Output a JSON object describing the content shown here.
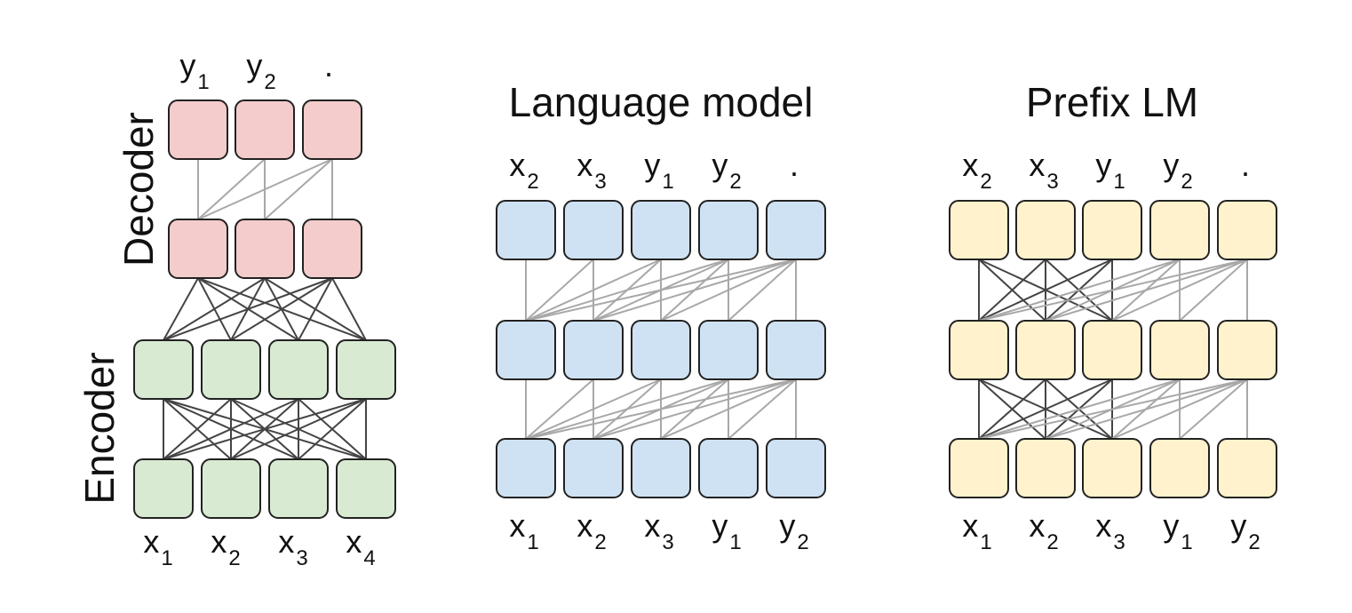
{
  "colors": {
    "decoder_fill": "#f4cccc",
    "encoder_fill": "#d9ead3",
    "lm_fill": "#cfe2f3",
    "prefix_fill": "#fff2cc",
    "box_stroke": "#222222",
    "dark_edge": "#444444",
    "light_edge": "#a8a8a8"
  },
  "encoder_decoder": {
    "decoder_label": "Decoder",
    "encoder_label": "Encoder",
    "decoder_outputs": [
      {
        "base": "y",
        "sub": "1"
      },
      {
        "base": "y",
        "sub": "2"
      },
      {
        "base": ".",
        "sub": ""
      }
    ],
    "encoder_inputs": [
      {
        "base": "x",
        "sub": "1"
      },
      {
        "base": "x",
        "sub": "2"
      },
      {
        "base": "x",
        "sub": "3"
      },
      {
        "base": "x",
        "sub": "4"
      }
    ]
  },
  "language_model": {
    "title": "Language model",
    "outputs": [
      {
        "base": "x",
        "sub": "2"
      },
      {
        "base": "x",
        "sub": "3"
      },
      {
        "base": "y",
        "sub": "1"
      },
      {
        "base": "y",
        "sub": "2"
      },
      {
        "base": ".",
        "sub": ""
      }
    ],
    "inputs": [
      {
        "base": "x",
        "sub": "1"
      },
      {
        "base": "x",
        "sub": "2"
      },
      {
        "base": "x",
        "sub": "3"
      },
      {
        "base": "y",
        "sub": "1"
      },
      {
        "base": "y",
        "sub": "2"
      }
    ]
  },
  "prefix_lm": {
    "title": "Prefix LM",
    "prefix_length": 3,
    "outputs": [
      {
        "base": "x",
        "sub": "2"
      },
      {
        "base": "x",
        "sub": "3"
      },
      {
        "base": "y",
        "sub": "1"
      },
      {
        "base": "y",
        "sub": "2"
      },
      {
        "base": ".",
        "sub": ""
      }
    ],
    "inputs": [
      {
        "base": "x",
        "sub": "1"
      },
      {
        "base": "x",
        "sub": "2"
      },
      {
        "base": "x",
        "sub": "3"
      },
      {
        "base": "y",
        "sub": "1"
      },
      {
        "base": "y",
        "sub": "2"
      }
    ]
  }
}
